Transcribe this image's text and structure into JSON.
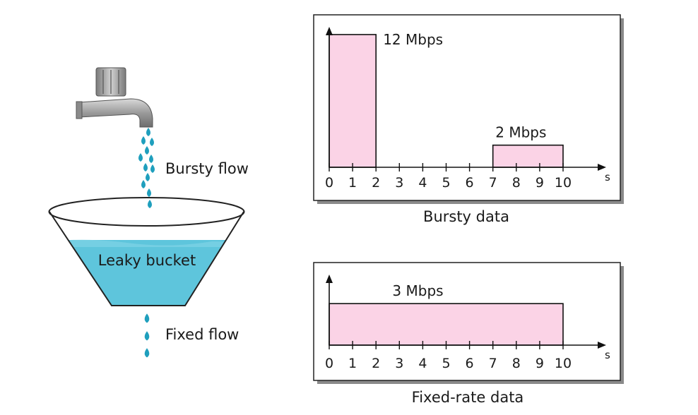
{
  "bucket_side": {
    "bursty_flow_label": "Bursty flow",
    "bucket_label": "Leaky bucket",
    "fixed_flow_label": "Fixed flow"
  },
  "colors": {
    "water": "#5ec5dc",
    "drop": "#1f9fbd",
    "bar_fill": "#fbd3e6",
    "bar_stroke": "#111111",
    "panel_border": "#222222",
    "panel_shadow": "#8a8a8a",
    "faucet": "#8f8f8f"
  },
  "chart_data": [
    {
      "type": "bar",
      "caption": "Bursty data",
      "unit_label": "s",
      "x_ticks": [
        "0",
        "1",
        "2",
        "3",
        "4",
        "5",
        "6",
        "7",
        "8",
        "9",
        "10"
      ],
      "xlim": [
        0,
        10
      ],
      "segments": [
        {
          "x_start": 0,
          "x_end": 2,
          "value": 12,
          "label": "12 Mbps"
        },
        {
          "x_start": 7,
          "x_end": 10,
          "value": 2,
          "label": "2 Mbps"
        }
      ]
    },
    {
      "type": "bar",
      "caption": "Fixed-rate data",
      "unit_label": "s",
      "x_ticks": [
        "0",
        "1",
        "2",
        "3",
        "4",
        "5",
        "6",
        "7",
        "8",
        "9",
        "10"
      ],
      "xlim": [
        0,
        10
      ],
      "segments": [
        {
          "x_start": 0,
          "x_end": 10,
          "value": 3,
          "label": "3 Mbps"
        }
      ]
    }
  ]
}
